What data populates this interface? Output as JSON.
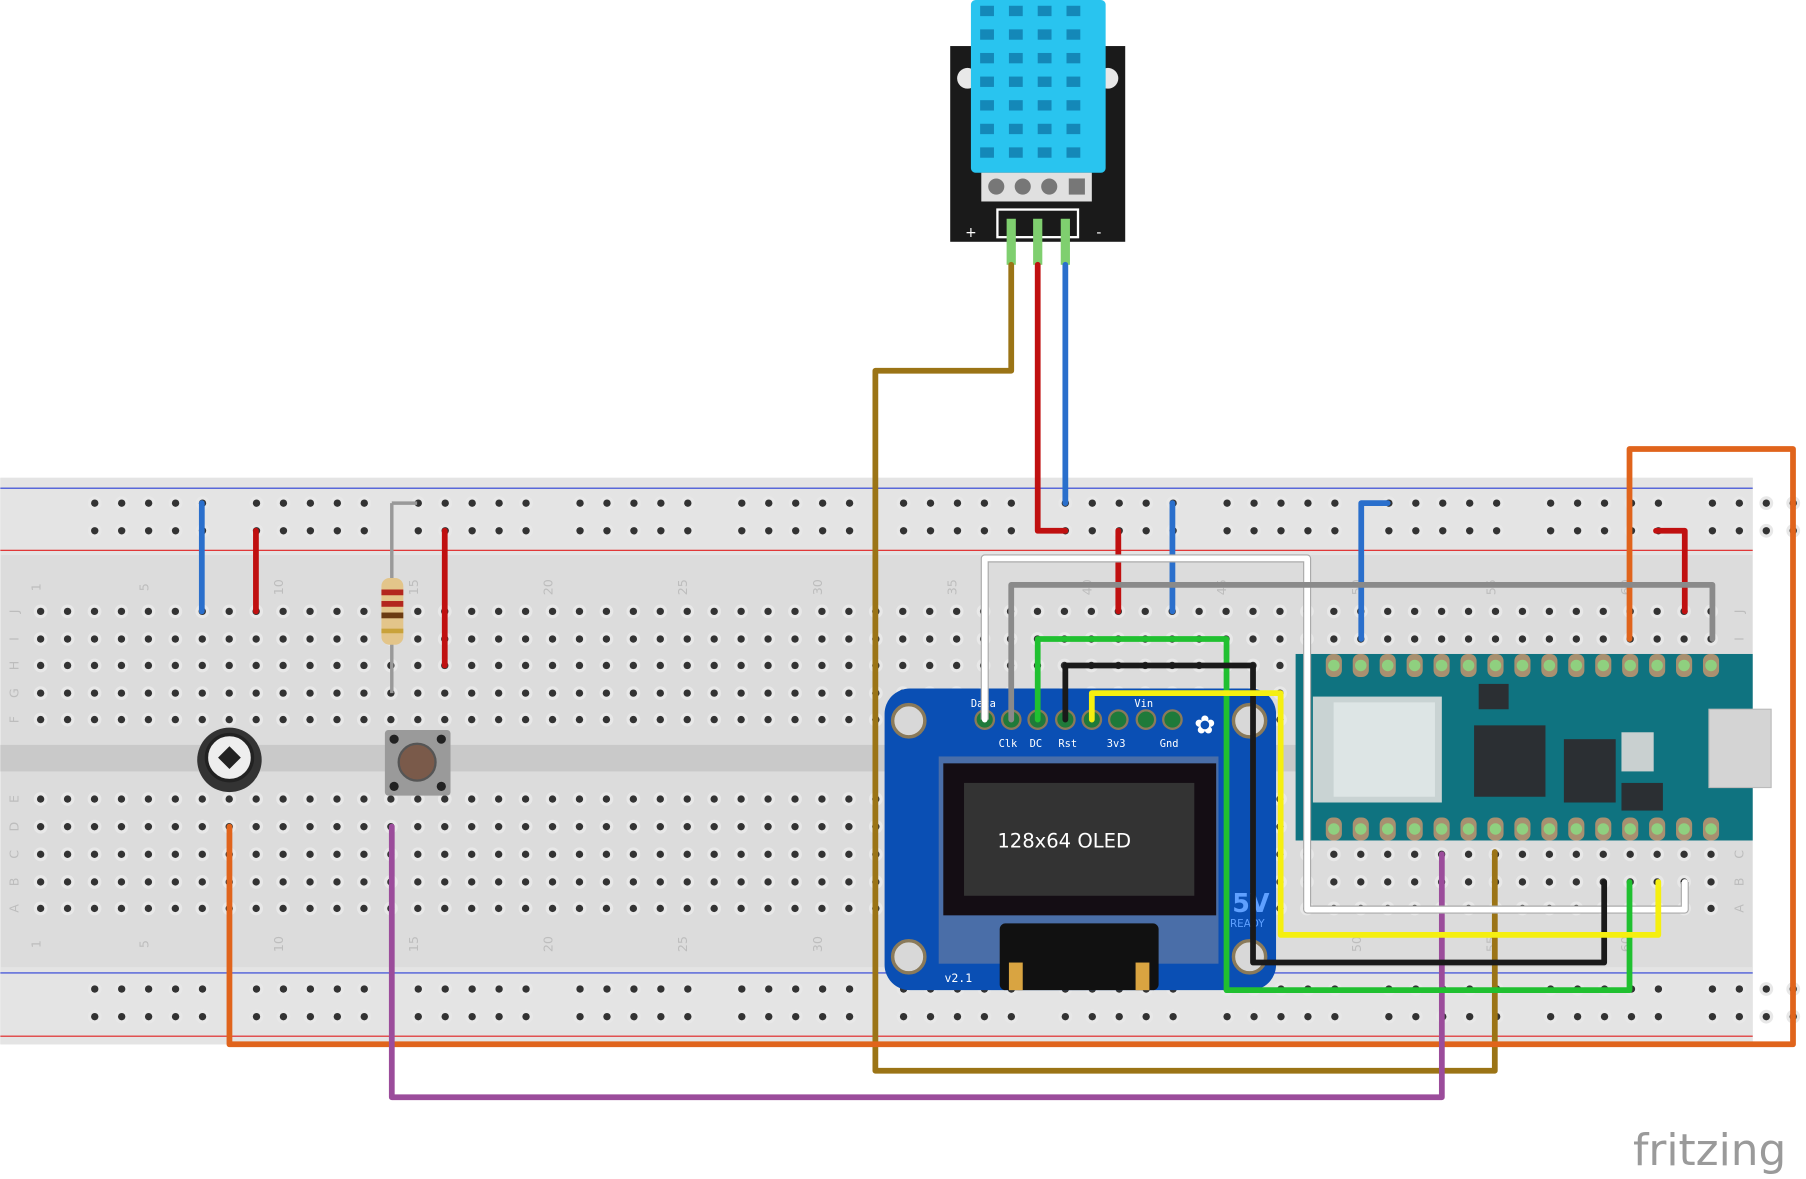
{
  "breadboard": {
    "column_numbers": [
      "1",
      "5",
      "10",
      "15",
      "20",
      "25",
      "30",
      "35",
      "40",
      "45",
      "50",
      "55",
      "60"
    ],
    "row_letters_top": [
      "J",
      "I",
      "H",
      "G",
      "F"
    ],
    "row_letters_bottom": [
      "E",
      "D",
      "C",
      "B",
      "A"
    ],
    "colors": {
      "board": "#dcdcdc",
      "rail_blue": "#2b3fd6",
      "rail_red": "#e02020",
      "hole": "#333333",
      "hole_active": "#7fdc7f"
    }
  },
  "dht_sensor": {
    "plus_label": "+",
    "minus_label": "-",
    "body_color": "#1a1a1a",
    "cap_color": "#29c4ef"
  },
  "oled": {
    "screen_label": "128x64 OLED",
    "version_label": "v2.1",
    "badge_label": "5V",
    "badge_sub": "READY",
    "top_pin_labels": [
      "Data",
      "Vin"
    ],
    "bottom_pin_labels": [
      "Clk",
      "DC",
      "Rst",
      "3v3",
      "Gnd"
    ],
    "board_color": "#0a4fb4"
  },
  "arduino": {
    "board_color": "#0f7380"
  },
  "wire_colors": {
    "brown": "#9b7416",
    "red": "#c01010",
    "blue": "#2a6fcc",
    "orange": "#e0641c",
    "purple": "#9b4c9b",
    "white": "#ffffff",
    "gray": "#8a8a8a",
    "green": "#20c030",
    "black": "#1a1a1a",
    "yellow": "#f5ef10"
  },
  "watermark": "fritzing"
}
